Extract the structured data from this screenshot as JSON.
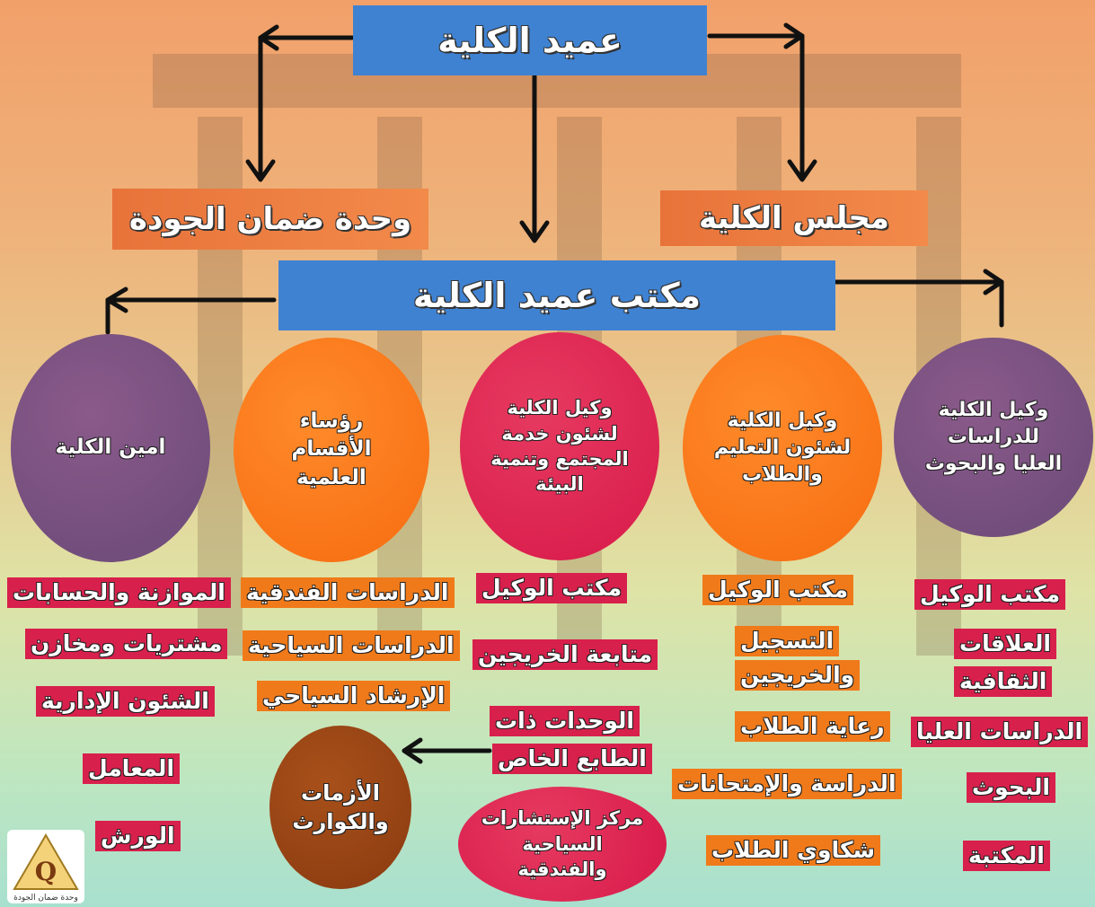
{
  "top": {
    "dean": "عميد الكلية"
  },
  "second_row": {
    "council": "مجلس الكلية",
    "quality_unit": "وحدة ضمان الجودة"
  },
  "office": {
    "dean_office": "مكتب عميد الكلية"
  },
  "circles": {
    "vice_grad": "وكيل الكلية للدراسات العليا والبحوث",
    "vice_education": "وكيل الكلية لشئون التعليم والطلاب",
    "vice_community": "وكيل الكلية لشئون خدمة المجتمع وتنمية البيئة",
    "dept_heads": "رؤساء الأقسام العلمية",
    "secretary": "امين الكلية",
    "crises": "الأزمات والكوارث",
    "consult": "مركز الإستشارات السياحية والفندقية"
  },
  "col_grad": [
    "مكتب الوكيل",
    "العلاقات",
    "الثقافية",
    "الدراسات العليا",
    "البحوث",
    "المكتبة"
  ],
  "col_edu": [
    "مكتب الوكيل",
    "التسجيل",
    "والخريجين",
    "رعاية الطلاب",
    "الدراسة والإمتحانات",
    "شكاوي الطلاب"
  ],
  "col_comm": [
    "مكتب الوكيل",
    "متابعة الخريجين",
    "الوحدات ذات",
    "الطابع الخاص"
  ],
  "col_depts": [
    "الدراسات الفندقية",
    "الدراسات السياحية",
    "الإرشاد السياحي"
  ],
  "col_sec": [
    "الموازنة والحسابات",
    "مشتريات ومخازن",
    "الشئون الإدارية",
    "المعامل",
    "الورش"
  ],
  "logo": {
    "letter": "Q",
    "caption": "وحدة ضمان الجودة"
  },
  "colors": {
    "blue": "#3f82d2",
    "orange": "#f07a1a",
    "crimson": "#d8204c",
    "purple": "#6a4a78",
    "brown": "#8a3a10"
  }
}
